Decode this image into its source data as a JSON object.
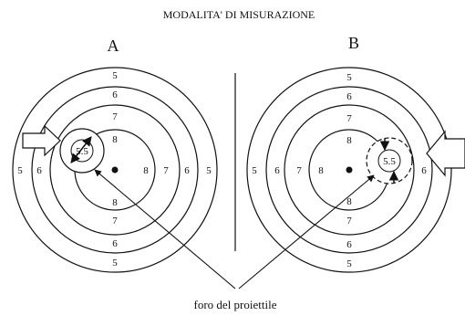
{
  "title": "MODALITA' DI MISURAZIONE",
  "panels": [
    {
      "label": "A",
      "ring_values": [
        "5",
        "6",
        "7",
        "8"
      ],
      "hole_value": "5.5",
      "hole_outline": "solid"
    },
    {
      "label": "B",
      "ring_values": [
        "5",
        "6",
        "7",
        "8"
      ],
      "hole_value": "5.5",
      "hole_outline": "dashed"
    }
  ],
  "caption": "foro del proiettile",
  "colors": {
    "ink": "#111111",
    "background": "#ffffff"
  }
}
